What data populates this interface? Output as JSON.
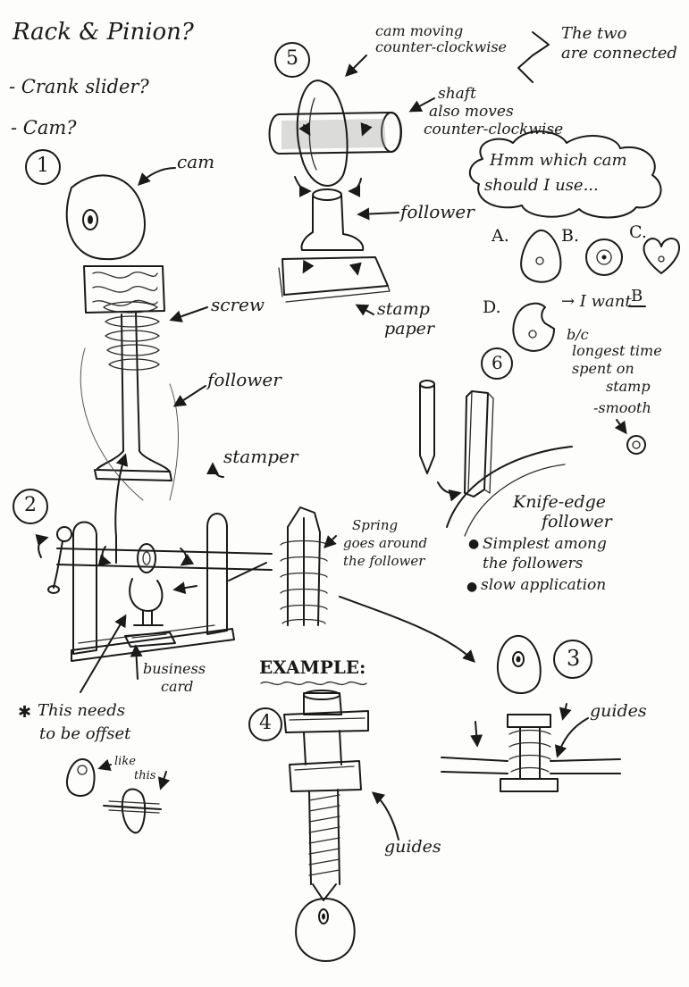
{
  "questions": {
    "q1": "Rack & Pinion?",
    "q2": "- Crank slider?",
    "q3": "- Cam?"
  },
  "steps": [
    "1",
    "2",
    "3",
    "4",
    "5",
    "6"
  ],
  "sketch1": {
    "cam": "cam",
    "screw": "screw",
    "follower": "follower",
    "stamper": "stamper"
  },
  "sketch5": {
    "cam_moving_1": "cam moving",
    "cam_moving_2": "counter-clockwise",
    "shaft_1": "shaft",
    "shaft_2": "also moves",
    "shaft_3": "counter-clockwise",
    "connected_1": "The two",
    "connected_2": "are connected",
    "follower": "follower",
    "stamp_1": "stamp",
    "stamp_2": "paper"
  },
  "cam_choice": {
    "thought_1": "Hmm which cam",
    "thought_2": "should I use...",
    "options": [
      "A.",
      "B.",
      "C.",
      "D."
    ],
    "want": "→ I want",
    "want_choice": "B",
    "bc": "b/c",
    "reason_1": "longest time",
    "reason_2": "spent on",
    "reason_3": "stamp",
    "reason_4": "-smooth"
  },
  "sketch6": {
    "title_1": "Knife-edge",
    "title_2": "follower",
    "bullet_1a": "Simplest among",
    "bullet_1b": "the followers",
    "bullet_2": "slow application"
  },
  "sketch2": {
    "business_1": "business",
    "business_2": "card",
    "offset_1": "This needs",
    "offset_2": "to be offset",
    "like_1": "like",
    "like_2": "this"
  },
  "spring": {
    "line_1": "Spring",
    "line_2": "goes around",
    "line_3": "the follower"
  },
  "example": {
    "title": "EXAMPLE:",
    "guides": "guides"
  },
  "sketch3": {
    "guides": "guides"
  }
}
